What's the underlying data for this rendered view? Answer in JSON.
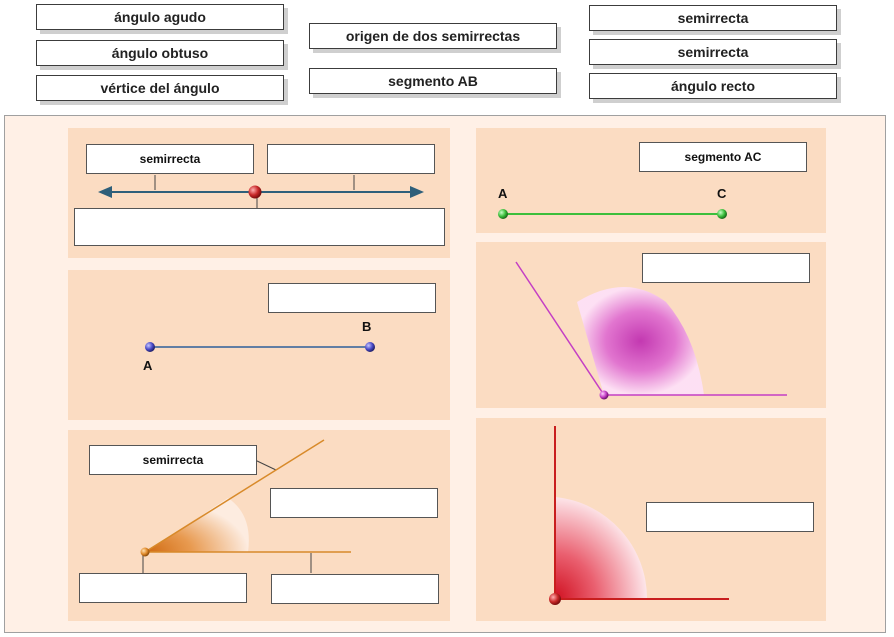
{
  "tiles": {
    "t1": "ángulo agudo",
    "t2": "ángulo obtuso",
    "t3": "vértice del ángulo",
    "t4": "origen de dos semirrectas",
    "t5": "segmento AB",
    "t6": "semirrecta",
    "t7": "semirrecta",
    "t8": "ángulo recto"
  },
  "panels": {
    "rays": {
      "label_left": "semirrecta"
    },
    "segment_ac": {
      "label": "segmento AC",
      "point_a": "A",
      "point_c": "C"
    },
    "segment_ab": {
      "point_a": "A",
      "point_b": "B"
    },
    "acute": {
      "label": "semirrecta"
    }
  },
  "colors": {
    "panel_bg": "#fbdcc2",
    "board_bg": "#fff0e6",
    "ray_line": "#2e5f7a",
    "segment_ac": "#3cbf3c",
    "segment_ab": "#2e5f9a",
    "obtuse": "#c43fc4",
    "acute": "#d88a2a",
    "right": "#c81e1e"
  }
}
